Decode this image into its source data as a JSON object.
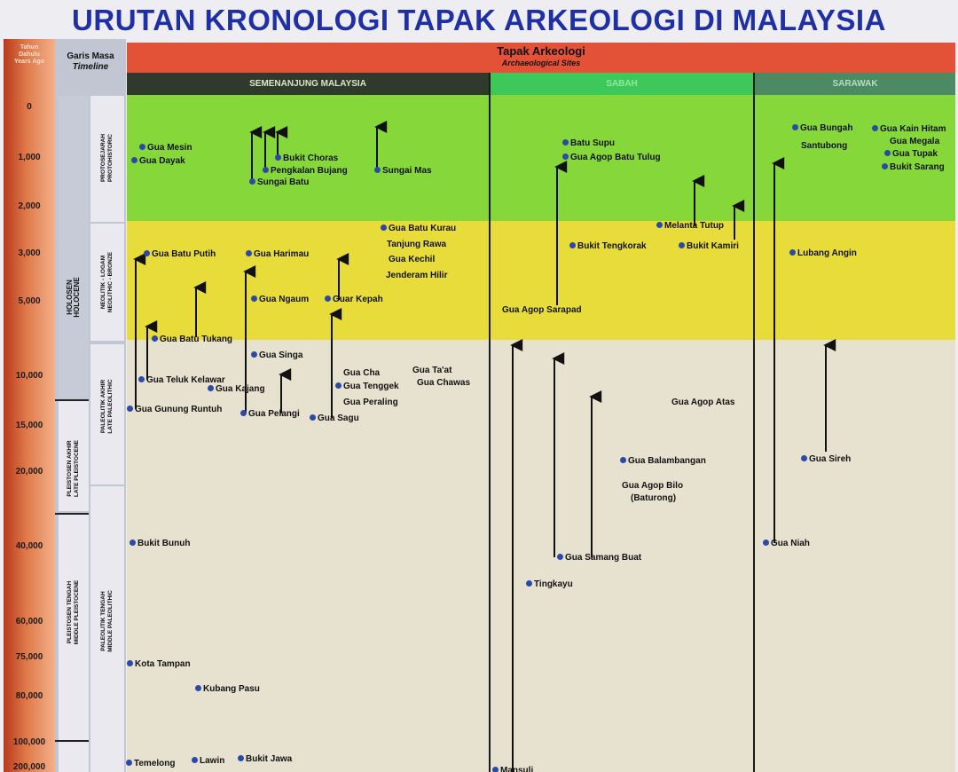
{
  "title": "URUTAN KRONOLOGI TAPAK ARKEOLOGI DI MALAYSIA",
  "years_header": [
    "Tahun",
    "Dahulu",
    "Years Ago"
  ],
  "timeline_header": {
    "ms": "Garis Masa",
    "en": "Timeline"
  },
  "year_ticks": [
    "0",
    "1,000",
    "2,000",
    "3,000",
    "5,000",
    "10,000",
    "15,000",
    "20,000",
    "40,000",
    "60,000",
    "75,000",
    "80,000",
    "100,000",
    "200,000"
  ],
  "epochs": {
    "holocene": [
      "HOLOSEN",
      "HOLOCENE"
    ],
    "late_pleistocene": [
      "PLEISTOSEN AKHIR",
      "LATE PLEISTOCENE"
    ],
    "middle_pleistocene": [
      "PLEISTOSEN TENGAH",
      "MIDDLE PLEISTOCENE"
    ]
  },
  "periods": {
    "protohistoric": [
      "PROTOSEJARAH",
      "PROTOHISTORIC"
    ],
    "neolithic": [
      "NEOLITIK - LOGAM",
      "NEOLITHIC - BRONZE"
    ],
    "late_paleolithic": [
      "PALEOLITIK AKHIR",
      "LATE PALEOLITHIC"
    ],
    "middle_paleolithic": [
      "PALEOLITIK TENGAH",
      "MIDDLE PALEOLITHIC"
    ]
  },
  "header": {
    "sites_ms": "Tapak Arkeologi",
    "sites_en": "Archaeological Sites"
  },
  "regions": {
    "peninsula": "SEMENANJUNG MALAYSIA",
    "sabah": "SABAH",
    "sarawak": "SARAWAK"
  },
  "sites": [
    {
      "name": "Gua Mesin",
      "dot": true
    },
    {
      "name": "Gua Dayak",
      "dot": true
    },
    {
      "name": "Bukit Choras",
      "dot": true
    },
    {
      "name": "Pengkalan Bujang",
      "dot": true
    },
    {
      "name": "Sungai Batu",
      "dot": true
    },
    {
      "name": "Sungai Mas",
      "dot": true
    },
    {
      "name": "Gua Batu Kurau",
      "dot": true
    },
    {
      "name": "Tanjung Rawa",
      "dot": false
    },
    {
      "name": "Gua Kechil",
      "dot": false
    },
    {
      "name": "Jenderam Hilir",
      "dot": false
    },
    {
      "name": "Gua Batu Putih",
      "dot": true
    },
    {
      "name": "Gua Harimau",
      "dot": true
    },
    {
      "name": "Gua Ngaum",
      "dot": true
    },
    {
      "name": "Guar Kepah",
      "dot": true
    },
    {
      "name": "Gua Batu Tukang",
      "dot": true
    },
    {
      "name": "Gua Singa",
      "dot": true
    },
    {
      "name": "Gua Cha",
      "dot": false
    },
    {
      "name": "Gua Ta'at",
      "dot": false
    },
    {
      "name": "Gua Chawas",
      "dot": false
    },
    {
      "name": "Gua Teluk Kelawar",
      "dot": true
    },
    {
      "name": "Gua Tenggek",
      "dot": true
    },
    {
      "name": "Gua Kajang",
      "dot": true
    },
    {
      "name": "Gua Peraling",
      "dot": false
    },
    {
      "name": "Gua Gunung Runtuh",
      "dot": true
    },
    {
      "name": "Gua Pelangi",
      "dot": true
    },
    {
      "name": "Gua Sagu",
      "dot": true
    },
    {
      "name": "Bukit Bunuh",
      "dot": true
    },
    {
      "name": "Kota Tampan",
      "dot": true
    },
    {
      "name": "Kubang Pasu",
      "dot": true
    },
    {
      "name": "Temelong",
      "dot": true
    },
    {
      "name": "Lawin",
      "dot": true
    },
    {
      "name": "Bukit Jawa",
      "dot": true
    },
    {
      "name": "Batu Supu",
      "dot": true
    },
    {
      "name": "Gua Agop Batu Tulug",
      "dot": true
    },
    {
      "name": "Melanta Tutup",
      "dot": true
    },
    {
      "name": "Bukit Tengkorak",
      "dot": true
    },
    {
      "name": "Bukit Kamiri",
      "dot": true
    },
    {
      "name": "Gua Agop Sarapad",
      "dot": false
    },
    {
      "name": "Gua Agop Atas",
      "dot": false
    },
    {
      "name": "Gua Balambangan",
      "dot": true
    },
    {
      "name": "Gua Agop Bilo",
      "dot": false
    },
    {
      "name": "(Baturong)",
      "dot": false
    },
    {
      "name": "Gua Samang Buat",
      "dot": true
    },
    {
      "name": "Tingkayu",
      "dot": true
    },
    {
      "name": "Mansuli",
      "dot": true
    },
    {
      "name": "Gua Bungah",
      "dot": true
    },
    {
      "name": "Santubong",
      "dot": false
    },
    {
      "name": "Gua Kain Hitam",
      "dot": true
    },
    {
      "name": "Gua Megala",
      "dot": false
    },
    {
      "name": "Gua Tupak",
      "dot": true
    },
    {
      "name": "Bukit Sarang",
      "dot": true
    },
    {
      "name": "Lubang Angin",
      "dot": true
    },
    {
      "name": "Gua Sireh",
      "dot": true
    },
    {
      "name": "Gua Niah",
      "dot": true
    }
  ],
  "colors": {
    "title": "#1f2fa6",
    "header_red": "#e35236",
    "region_dark": "#2f3a2c",
    "region_sabah": "#3fc85a",
    "region_sarawak": "#4b8a63",
    "band_green": "#86d83a",
    "band_yellow": "#e8dc3a",
    "band_beige": "#e7e1d0",
    "dot": "#2b4aa8"
  }
}
